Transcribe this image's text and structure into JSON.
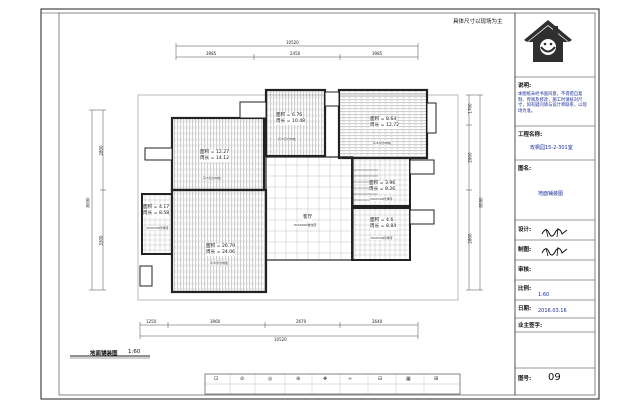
{
  "header_note": "具体尺寸以现场为主",
  "sidebar": {
    "remarks_label": "说明:",
    "remarks_text": "本图纸未经书面同意，不得擅自复制、传阅及修改，施工时请核对尺寸，如有疑问请与设计师联系，以现场为准。",
    "project_label": "工程名称:",
    "project_value": "玫枫园15-2-301室",
    "drawing_name_label": "图名:",
    "drawing_name_value": "地面铺装图",
    "design_label": "设计:",
    "draw_label": "制图:",
    "review_label": "审核:",
    "scale_label": "比例:",
    "scale_value": "1:60",
    "date_label": "日期:",
    "date_value": "2016.03.16",
    "owner_label": "业主签字:",
    "sheet_no_label": "图号:",
    "sheet_no_value": "09"
  },
  "plan": {
    "title": "地面铺装图",
    "title_scale": "1:60",
    "dims_top_total": "10520",
    "dims_top": [
      "3985",
      "2450",
      "3985"
    ],
    "dims_bottom_total": "10520",
    "dims_bottom": [
      "1250",
      "3960",
      "2670",
      "2640"
    ],
    "dims_left": [
      "2800",
      "8090",
      "3300"
    ],
    "dims_right": [
      "1700",
      "2900",
      "8090",
      "2800"
    ],
    "rooms": [
      {
        "area": "面积 = 12.27",
        "perimeter": "周长 = 14.12",
        "floor_label": "实木复合地板"
      },
      {
        "area": "面积 = 6.76",
        "perimeter": "周长 = 10.48",
        "floor_label": "实木复合地板"
      },
      {
        "area": "面积 = 8.64",
        "perimeter": "周长 = 12.72",
        "floor_label": "实木复合地板"
      },
      {
        "area": "面积 = 4.17",
        "perimeter": "周长 = 8.58",
        "floor_label": "300X300防滑砖"
      },
      {
        "area": "面积 = 3.96",
        "perimeter": "周长 = 8.26",
        "floor_label": "300X300防滑砖"
      },
      {
        "area": "面积 = 4.6",
        "perimeter": "周长 = 8.84",
        "floor_label": "300X300防滑砖"
      },
      {
        "area": "面积 = 26.79",
        "perimeter": "周长 = 24.06",
        "floor_label": "实木复合地板"
      }
    ],
    "center_label_1": "客厅",
    "center_label_2": "800X800玻化砖"
  }
}
